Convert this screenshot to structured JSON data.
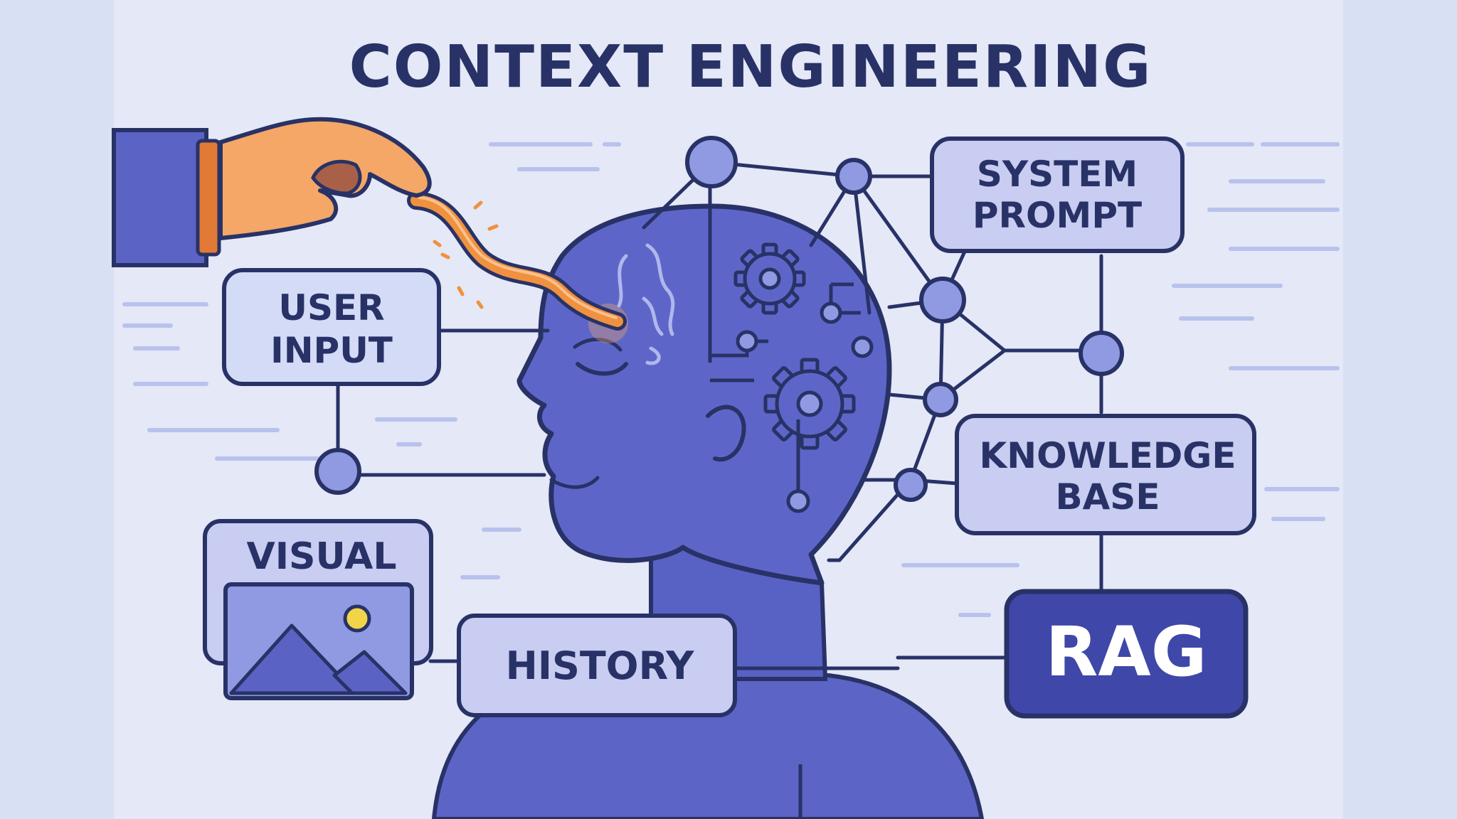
{
  "title": "CONTEXT ENGINEERING",
  "nodes": {
    "user_input": [
      "USER",
      "INPUT"
    ],
    "visual": "VISUAL",
    "history": "HISTORY",
    "system_prompt": [
      "SYSTEM",
      "PROMPT"
    ],
    "knowledge_base": [
      "KNOWLEDGE",
      "BASE"
    ],
    "rag": "RAG"
  },
  "icons": [
    "hand-icon",
    "head-silhouette-icon",
    "gear-icon",
    "mountain-image-icon",
    "network-icon"
  ],
  "colors": {
    "page_bg": "#d8e0f4",
    "panel_bg": "#e4e8f7",
    "outline": "#283266",
    "head_fill": "#5d66c8",
    "node_fill": "#8f9ae2",
    "box_fill": "#c8cdf1",
    "rag_fill": "#3f47a9",
    "accent_orange": "#f0913f"
  }
}
